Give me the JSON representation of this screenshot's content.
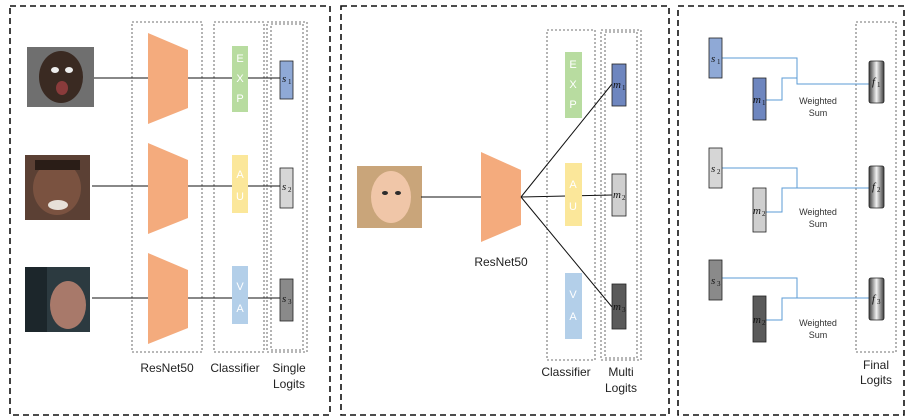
{
  "panel1": {
    "labels": {
      "backbone": "ResNet50",
      "classifier": "Classifier",
      "logits_l1": "Single",
      "logits_l2": "Logits"
    },
    "heads": [
      "EXP",
      "AU",
      "VA"
    ],
    "logits": [
      {
        "sym": "s",
        "sub": "1"
      },
      {
        "sym": "s",
        "sub": "2"
      },
      {
        "sym": "s",
        "sub": "3"
      }
    ]
  },
  "panel2": {
    "labels": {
      "backbone": "ResNet50",
      "classifier": "Classifier",
      "logits_l1": "Multi",
      "logits_l2": "Logits"
    },
    "heads": [
      "EXP",
      "AU",
      "VA"
    ],
    "logits": [
      {
        "sym": "m",
        "sub": "1"
      },
      {
        "sym": "m",
        "sub": "2"
      },
      {
        "sym": "m",
        "sub": "3"
      }
    ]
  },
  "panel3": {
    "labels": {
      "final_l1": "Final",
      "final_l2": "Logits"
    },
    "rows": [
      {
        "s": {
          "sym": "s",
          "sub": "1"
        },
        "m": {
          "sym": "m",
          "sub": "1"
        },
        "f": {
          "sym": "f",
          "sub": "1"
        },
        "ws1": "Weighted",
        "ws2": "Sum"
      },
      {
        "s": {
          "sym": "s",
          "sub": "2"
        },
        "m": {
          "sym": "m",
          "sub": "2"
        },
        "f": {
          "sym": "f",
          "sub": "2"
        },
        "ws1": "Weighted",
        "ws2": "Sum"
      },
      {
        "s": {
          "sym": "s",
          "sub": "3"
        },
        "m": {
          "sym": "m",
          "sub": "2"
        },
        "f": {
          "sym": "f",
          "sub": "3"
        },
        "ws1": "Weighted",
        "ws2": "Sum"
      }
    ]
  },
  "colors": {
    "resnet": "#f4ab7d",
    "exp": "#b8dca0",
    "au": "#fbe79a",
    "va": "#b3cfe9",
    "logit1": "#8fa9d6",
    "logit2": "#d6d6d6",
    "logit3": "#8a8a8a",
    "connector_blue": "#5b9bd5"
  }
}
